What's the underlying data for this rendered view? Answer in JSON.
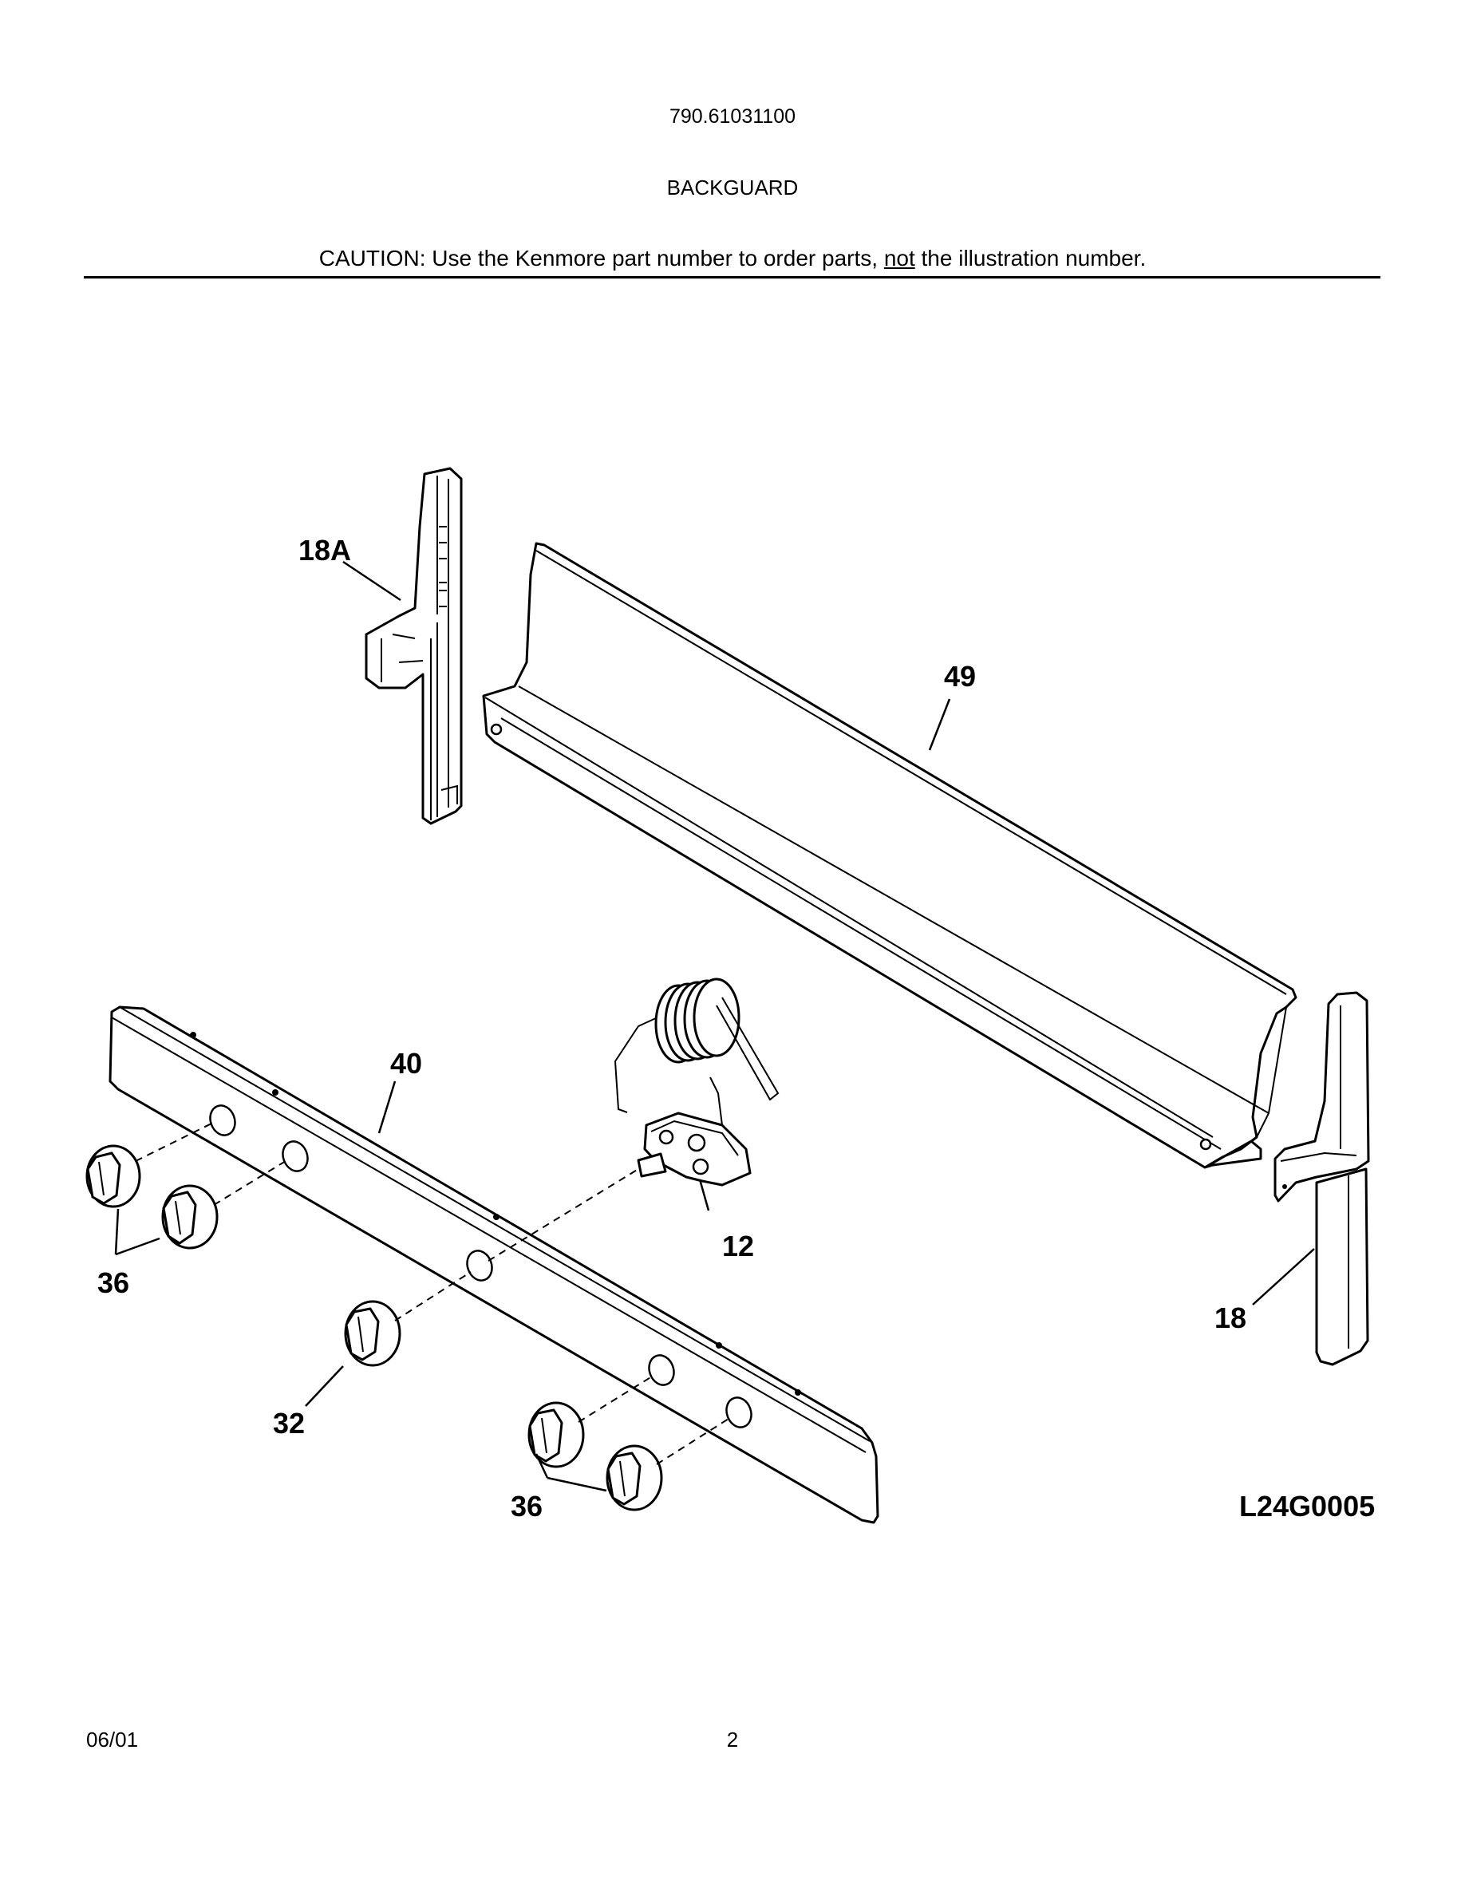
{
  "header": {
    "model_number": "790.61031100",
    "section_title": "BACKGUARD",
    "caution_prefix": "CAUTION: Use the Kenmore part number to order parts, ",
    "caution_emphasis": "not",
    "caution_suffix": " the illustration number."
  },
  "diagram": {
    "callouts": {
      "p18A": "18A",
      "p49": "49",
      "p40": "40",
      "p12": "12",
      "p36_left": "36",
      "p32": "32",
      "p36_bottom": "36",
      "p18": "18"
    },
    "drawing_code": "L24G0005"
  },
  "footer": {
    "date": "06/01",
    "page_number": "2"
  }
}
